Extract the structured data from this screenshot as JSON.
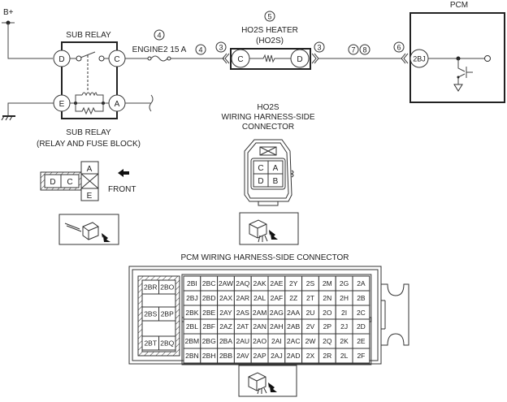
{
  "diagram": {
    "supply_label": "B+",
    "sub_relay": {
      "title": "SUB RELAY",
      "caption_line1": "SUB RELAY",
      "caption_line2": "(RELAY AND FUSE BLOCK)",
      "terminals": [
        "D",
        "C",
        "E",
        "A"
      ]
    },
    "fuse": {
      "label": "ENGINE2 15 A",
      "ref": "4"
    },
    "refs": {
      "after_fuse": "4",
      "heater_in": "3",
      "heater_out": "3",
      "wire_a": "7",
      "wire_b": "8",
      "pcm_in": "6",
      "heater": "5"
    },
    "heater": {
      "title_line1": "HO2S HEATER",
      "title_line2": "(HO2S)",
      "terminals": [
        "C",
        "D"
      ]
    },
    "pcm": {
      "title": "PCM",
      "terminal": "2BJ"
    },
    "sub_relay_connector": {
      "pins_left": [
        "D",
        "C"
      ],
      "pin_top": "A",
      "pin_bottom": "E",
      "front_label": "FRONT"
    },
    "ho2s_connector": {
      "title_line1": "HO2S",
      "title_line2": "WIRING HARNESS-SIDE",
      "title_line3": "CONNECTOR",
      "pins": [
        [
          "C",
          "A"
        ],
        [
          "D",
          "B"
        ]
      ]
    },
    "pcm_connector": {
      "title": "PCM WIRING HARNESS-SIDE CONNECTOR",
      "left_block": [
        [
          "2BR",
          "2BO"
        ],
        [
          "2BS",
          "2BP"
        ],
        [
          "2BT",
          "2BQ"
        ]
      ],
      "upper_rows": [
        [
          "2BI",
          "2BC",
          "2AW",
          "2AQ",
          "2AK",
          "2AE",
          "2Y",
          "2S",
          "2M",
          "2G",
          "2A"
        ],
        [
          "2BJ",
          "2BD",
          "2AX",
          "2AR",
          "2AL",
          "2AF",
          "2Z",
          "2T",
          "2N",
          "2H",
          "2B"
        ],
        [
          "2BK",
          "2BE",
          "2AY",
          "2AS",
          "2AM",
          "2AG",
          "2AA",
          "2U",
          "2O",
          "2I",
          "2C"
        ]
      ],
      "lower_rows": [
        [
          "2BL",
          "2BF",
          "2AZ",
          "2AT",
          "2AN",
          "2AH",
          "2AB",
          "2V",
          "2P",
          "2J",
          "2D"
        ],
        [
          "2BM",
          "2BG",
          "2BA",
          "2AU",
          "2AO",
          "2AI",
          "2AC",
          "2W",
          "2Q",
          "2K",
          "2E"
        ],
        [
          "2BN",
          "2BH",
          "2BB",
          "2AV",
          "2AP",
          "2AJ",
          "2AD",
          "2X",
          "2R",
          "2L",
          "2F"
        ]
      ]
    }
  }
}
